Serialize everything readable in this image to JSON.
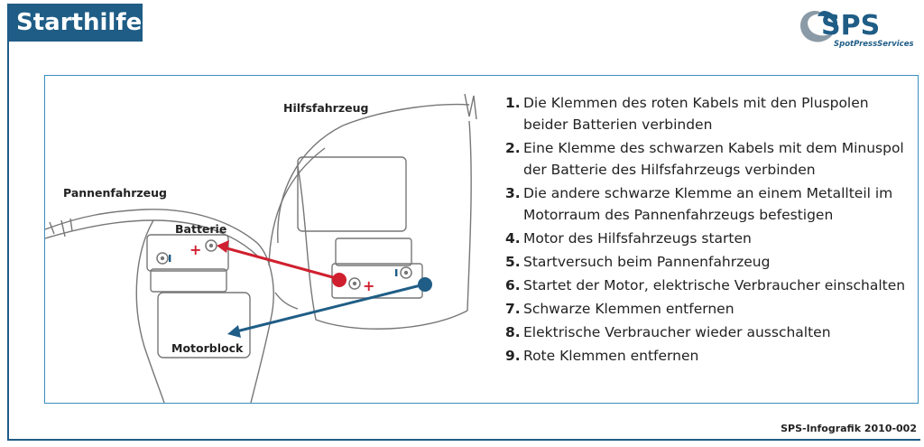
{
  "header": {
    "title": "Starthilfe"
  },
  "logo": {
    "name": "SPS",
    "subtitle": "SpotPressServices"
  },
  "diagram": {
    "label_helper": "Hilfsfahrzeug",
    "label_broken": "Pannenfahrzeug",
    "label_battery": "Batterie",
    "label_engine": "Motorblock",
    "plus_sign": "+",
    "minus_sign": "-",
    "colors": {
      "red_cable": "#d0202f",
      "black_cable": "#1f5d86",
      "outline": "#777777"
    }
  },
  "steps": [
    {
      "num": "1.",
      "text": "Die Klemmen des roten Kabels mit den Pluspolen beider Batterien verbinden"
    },
    {
      "num": "2.",
      "text": "Eine Klemme des schwarzen Kabels mit dem Minuspol der Batterie des Hilfsfahrzeugs verbinden"
    },
    {
      "num": "3.",
      "text": "Die andere schwarze Klemme an einem Metallteil im Motorraum des Pannenfahrzeugs befestigen"
    },
    {
      "num": "4.",
      "text": "Motor des Hilfsfahrzeugs starten"
    },
    {
      "num": "5.",
      "text": "Startversuch beim Pannenfahrzeug"
    },
    {
      "num": "6.",
      "text": "Startet der Motor, elektrische Verbraucher einschalten"
    },
    {
      "num": "7.",
      "text": "Schwarze Klemmen entfernen"
    },
    {
      "num": "8.",
      "text": "Elektrische Verbraucher wieder ausschalten"
    },
    {
      "num": "9.",
      "text": "Rote Klemmen entfernen"
    }
  ],
  "footer": {
    "credit": "SPS-Infografik 2010-002"
  }
}
